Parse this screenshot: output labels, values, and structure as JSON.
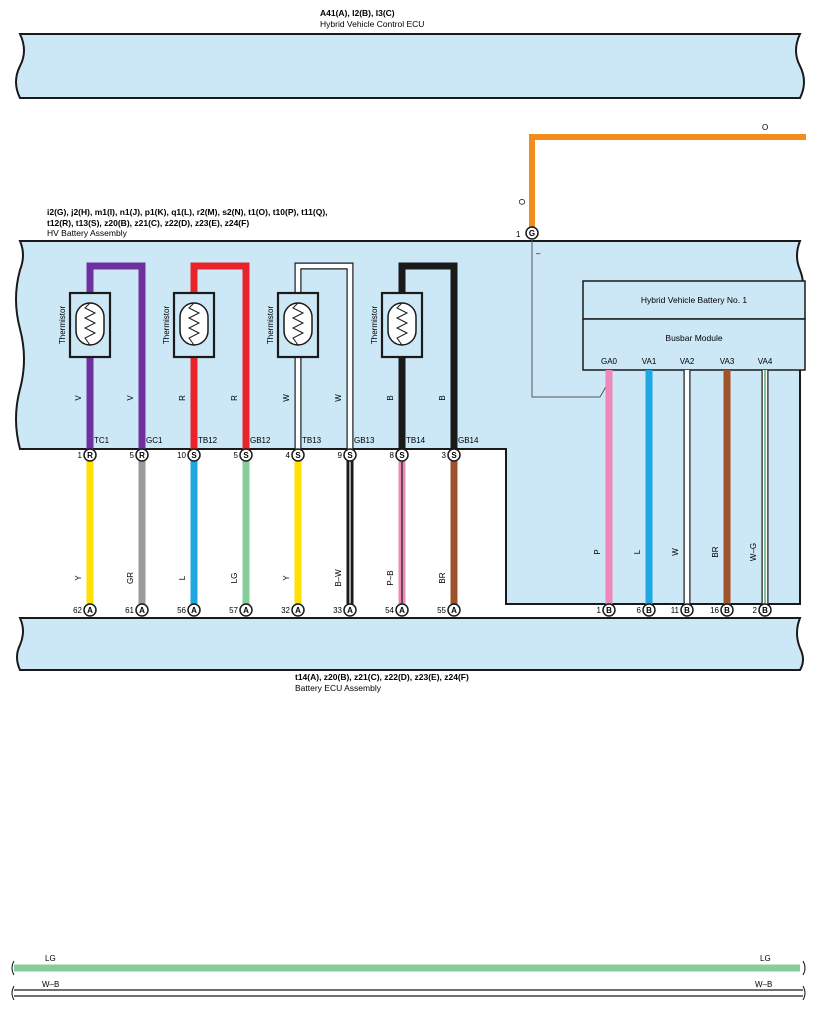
{
  "top_ecu": {
    "connectors": "A41(A), I2(B), I3(C)",
    "name": "Hybrid Vehicle Control ECU"
  },
  "top_wire": {
    "color_code": "O",
    "color": "#f28c1c"
  },
  "hv_assembly": {
    "connectors_line1": "i2(G), j2(H), m1(I), n1(J), p1(K), q1(L), r2(M), s2(N), t1(O), t10(P), t11(Q),",
    "connectors_line2": "t12(R), t13(S), z20(B), z21(C), z22(D), z23(E), z24(F)",
    "name": "HV Battery Assembly",
    "ground_pin": {
      "num": "1",
      "conn": "G",
      "wire": "O",
      "dash": "–"
    }
  },
  "battery_module": {
    "title": "Hybrid Vehicle Battery No.  1",
    "subtitle": "Busbar Module"
  },
  "thermistors": [
    {
      "label": "Thermistor",
      "wire": "V",
      "color": "#7030a0",
      "hollow": false
    },
    {
      "label": "Thermistor",
      "wire": "R",
      "color": "#e8232a",
      "hollow": false
    },
    {
      "label": "Thermistor",
      "wire": "W",
      "color": "#ffffff",
      "hollow": true
    },
    {
      "label": "Thermistor",
      "wire": "B",
      "color": "#1a1a1a",
      "hollow": false
    }
  ],
  "sensor_wires": [
    {
      "signal": "TC1",
      "top_pin": "1",
      "top_conn": "R",
      "bottom_color_code": "Y",
      "bottom_color": "#ffe000",
      "stripe": null,
      "ecu_pin": "62",
      "ecu_conn": "A"
    },
    {
      "signal": "GC1",
      "top_pin": "5",
      "top_conn": "R",
      "bottom_color_code": "GR",
      "bottom_color": "#9b9b9b",
      "stripe": null,
      "ecu_pin": "61",
      "ecu_conn": "A"
    },
    {
      "signal": "TB12",
      "top_pin": "10",
      "top_conn": "S",
      "bottom_color_code": "L",
      "bottom_color": "#1ea7e1",
      "stripe": null,
      "ecu_pin": "56",
      "ecu_conn": "A"
    },
    {
      "signal": "GB12",
      "top_pin": "5",
      "top_conn": "S",
      "bottom_color_code": "LG",
      "bottom_color": "#86cd9c",
      "stripe": null,
      "ecu_pin": "57",
      "ecu_conn": "A"
    },
    {
      "signal": "TB13",
      "top_pin": "4",
      "top_conn": "S",
      "bottom_color_code": "Y",
      "bottom_color": "#ffe000",
      "stripe": null,
      "ecu_pin": "32",
      "ecu_conn": "A"
    },
    {
      "signal": "GB13",
      "top_pin": "9",
      "top_conn": "S",
      "bottom_color_code": "B–W",
      "bottom_color": "#1a1a1a",
      "stripe": "#ffffff",
      "ecu_pin": "33",
      "ecu_conn": "A"
    },
    {
      "signal": "TB14",
      "top_pin": "8",
      "top_conn": "S",
      "bottom_color_code": "P–B",
      "bottom_color": "#ee88b8",
      "stripe": "#1a1a1a",
      "ecu_pin": "54",
      "ecu_conn": "A"
    },
    {
      "signal": "GB14",
      "top_pin": "3",
      "top_conn": "S",
      "bottom_color_code": "BR",
      "bottom_color": "#a0522d",
      "stripe": null,
      "ecu_pin": "55",
      "ecu_conn": "A"
    }
  ],
  "voltage_wires": [
    {
      "signal": "GA0",
      "color_code": "P",
      "color": "#ee88b8",
      "hollow": false,
      "stripe": null,
      "ecu_pin": "1",
      "ecu_conn": "B"
    },
    {
      "signal": "VA1",
      "color_code": "L",
      "color": "#1ea7e1",
      "hollow": false,
      "stripe": null,
      "ecu_pin": "6",
      "ecu_conn": "B"
    },
    {
      "signal": "VA2",
      "color_code": "W",
      "color": "#ffffff",
      "hollow": true,
      "stripe": null,
      "ecu_pin": "11",
      "ecu_conn": "B"
    },
    {
      "signal": "VA3",
      "color_code": "BR",
      "color": "#a0522d",
      "hollow": false,
      "stripe": null,
      "ecu_pin": "16",
      "ecu_conn": "B"
    },
    {
      "signal": "VA4",
      "color_code": "W–G",
      "color": "#ffffff",
      "hollow": true,
      "stripe": "#2e9e4a",
      "ecu_pin": "2",
      "ecu_conn": "B"
    }
  ],
  "battery_ecu": {
    "connectors": "t14(A), z20(B), z21(C), z22(D), z23(E), z24(F)",
    "name": "Battery ECU Assembly"
  },
  "bottom_wires": [
    {
      "color_code": "LG",
      "color": "#86cd9c"
    },
    {
      "color_code": "W–B",
      "color": "#ffffff"
    }
  ],
  "colors": {
    "component_fill": "#cce8f6",
    "outline": "#1a1a1a"
  }
}
